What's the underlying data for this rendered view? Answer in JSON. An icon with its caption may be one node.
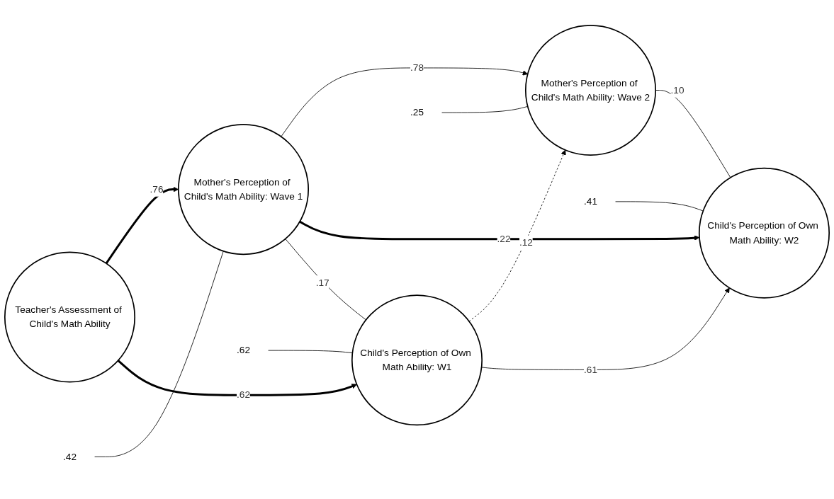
{
  "diagram": {
    "nodes": [
      {
        "text": [
          "Teacher's Assessment of Child's Math Ability"
        ]
      },
      {
        "text": [
          "Mother's Perception of Child's Math Ability: Wave 1"
        ]
      },
      {
        "text": [
          "Mother's Perception of Child's Math Ability: Wave 2"
        ]
      },
      {
        "text": [
          "Child's Perception of Own Math Ability: W1"
        ]
      },
      {
        "text": [
          "Child's Perception of Own Math Ability: W2"
        ]
      },
      {
        "text": [
          ".42"
        ]
      },
      {
        "text": [
          ".25"
        ]
      },
      {
        "text": [
          ".62"
        ]
      },
      {
        "text": [
          ".41"
        ]
      }
    ],
    "edges": [
      {
        "from": 0,
        "to": 1,
        "arrow": "to",
        "label": ".76",
        "style": "thick"
      },
      {
        "from": 0,
        "to": 3,
        "arrow": "to",
        "label": ".62",
        "style": "thick"
      },
      {
        "from": 1,
        "to": 2,
        "arrow": "to",
        "label": ".78"
      },
      {
        "from": 1,
        "to": 4,
        "arrow": "to",
        "label": ".22",
        "style": "thick"
      },
      {
        "from": 3,
        "to": 2,
        "arrow": "to",
        "label": ".12",
        "style": "dashed"
      },
      {
        "from": 3,
        "to": 4,
        "arrow": "to",
        "label": ".61"
      },
      {
        "from": 1,
        "to": 3,
        "arrow": "none",
        "label": ".17"
      },
      {
        "from": 2,
        "to": 4,
        "arrow": "none",
        "label": ".10"
      },
      {
        "from": 5,
        "to": 1,
        "arrow": "none"
      },
      {
        "from": 6,
        "to": 2,
        "arrow": "none"
      },
      {
        "from": 7,
        "to": 3,
        "arrow": "none"
      },
      {
        "from": 8,
        "to": 4,
        "arrow": "none"
      }
    ]
  }
}
